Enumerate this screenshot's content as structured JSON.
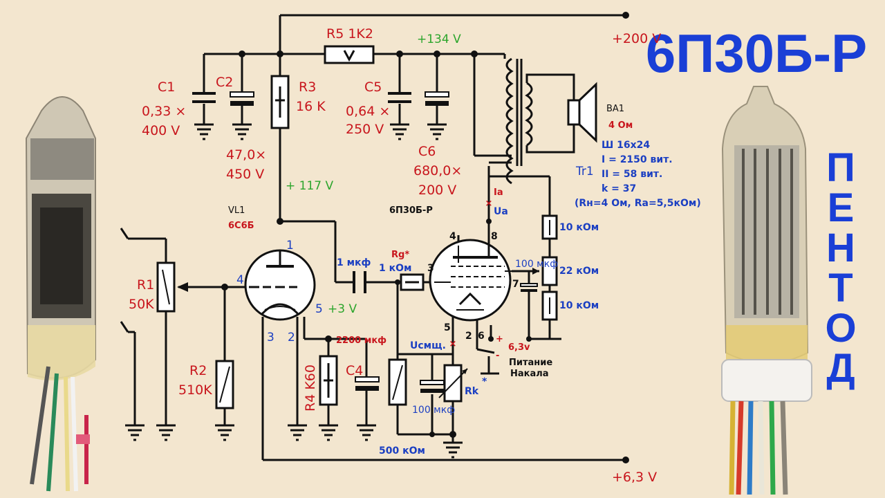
{
  "title": "6П30Б-Р",
  "side_title": "ПЕНТОД",
  "rails": {
    "plus200": "+200 V",
    "plus63": "+6,3 V",
    "plus134": "+134 V",
    "plus117": "+ 117 V",
    "plus3": "+3 V"
  },
  "components": {
    "c1_name": "C1",
    "c1_cap": "0,33 ×",
    "c1_volt": "400 V",
    "c2_name": "C2",
    "c2_cap": "47,0×",
    "c2_volt": "450 V",
    "r3_name": "R3",
    "r3_val": "16 K",
    "r5": "R5 1K2",
    "c5_name": "C5",
    "c5_cap": "0,64 ×",
    "c5_volt": "250 V",
    "c6_name": "C6",
    "c6_cap": "680,0×",
    "c6_volt": "200 V",
    "vl1_name": "VL1",
    "vl1_type": "6С6Б",
    "r1_name": "R1",
    "r1_val": "50K",
    "r2_name": "R2",
    "r2_val": "510K",
    "r4": "R4 K60",
    "c4": "C4",
    "c4_cap": "2200 мкф",
    "coupling_cap": "1 мкф",
    "rg_name": "Rg*",
    "rg_val": "1 кОм",
    "tube2": "6П30Б-Р",
    "ba1": "BA1",
    "ba1_val": "4 Ом",
    "tr1": "Tr1",
    "tr_core": "Ш 16х24",
    "tr_w1": "I = 2150 вит.",
    "tr_w2": "II = 58 вит.",
    "tr_k": "k = 37",
    "tr_rr": "(Rн=4 Ом, Ra=5,5кОм)",
    "ia": "Ia",
    "ua": "Ua",
    "r_10k_top": "10 кОм",
    "r_22k": "22 кОм",
    "r_10k_bot": "10 кОм",
    "c_100_top": "100 мкф",
    "ucm": "Uсмщ.",
    "c_100_bot": "100 мкф",
    "rk": "Rk",
    "rk_star": "*",
    "r_500k": "500 кОм",
    "heater_v": "6,3v",
    "plus": "+",
    "minus": "-",
    "heater_l1": "Питание",
    "heater_l2": "Накала"
  },
  "pins": {
    "vl1_p1": "1",
    "vl1_p4": "4",
    "vl1_p5": "5",
    "vl1_p3": "3",
    "vl1_p2": "2",
    "t2_p4": "4",
    "t2_p8": "8",
    "t2_p3": "3",
    "t2_p7": "7",
    "t2_p5": "5",
    "t2_p2": "2",
    "t2_p6": "6"
  },
  "colors": {
    "background": "#f3e6cf",
    "red": "#c8161d",
    "blue": "#1b3fc2",
    "green": "#2ca52c",
    "wire": "#111111"
  }
}
